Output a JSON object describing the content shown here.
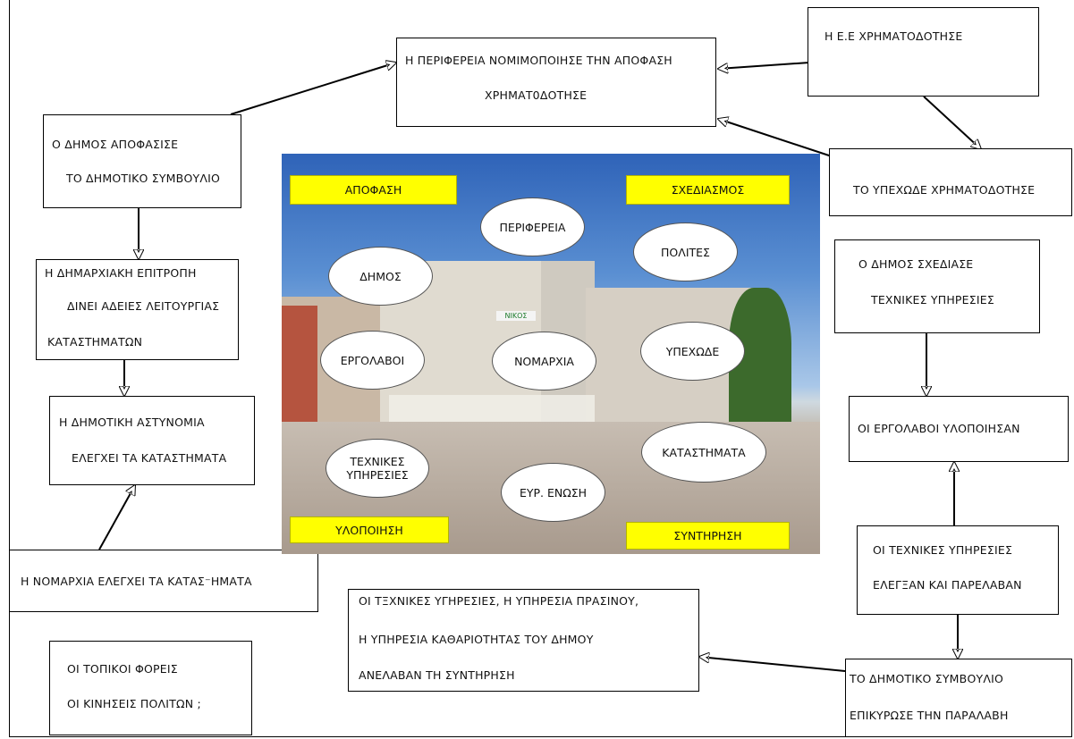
{
  "boxes": {
    "periphery_legalized": [
      "Η ΠΕΡΙΦΕΡΕΙΑ ΝΟΜΙΜΟΠΟΙΗΣΕ ΤΗΝ ΑΠΟΦΑΣΗ",
      "ΧΡΗΜΑΤ0ΔΟΤΗΣΕ"
    ],
    "eu_funded": [
      "Η Ε.Ε  ΧΡΗΜΑΤΟΔΟΤΗΣΕ"
    ],
    "ministry_funded": [
      "ΤΟ ΥΠΕΧΩΔΕ ΧΡΗΜΑΤΟΔΟΤΗΣΕ"
    ],
    "municipality_decided": [
      "Ο ΔΗΜΟΣ ΑΠΟΦΑΣΙΣΕ",
      "ΤΟ ΔΗΜΟΤΙΚΟ ΣΥΜΒΟΥΛΙΟ"
    ],
    "mayoral_committee": [
      "Η ΔΗΜΑΡΧΙΑΚΗ ΕΠΙΤΡΟΠΗ",
      "ΔΙΝΕΙ ΑΔΕΙΕΣ ΛΕΙΤΟΥΡΓΙΑΣ",
      "ΚΑΤΑΣΤΗΜΑΤΩΝ"
    ],
    "municipal_police": [
      "Η ΔΗΜΟΤΙΚΗ ΑΣΤΥΝΟΜΙΑ",
      "ΕΛΕΓΧΕΙ ΤΑ ΚΑΤΑΣΤΗΜΑΤΑ"
    ],
    "prefecture_checks": [
      "Η ΝΟΜΑΡΧΙΑ ΕΛΕΓΧΕΙ ΤΑ ΚΑΤΑΣ⁻ΗΜΑΤΑ"
    ],
    "local_bodies": [
      "ΟΙ ΤΟΠΙΚΟΙ ΦΟΡΕΙΣ",
      "ΟΙ ΚΙΝΗΣΕΙΣ ΠΟΛΙΤΩΝ ;"
    ],
    "municipality_designed": [
      "Ο ΔΗΜΟΣ ΣΧΕΔΙΑΣΕ",
      "ΤΕΧΝΙΚΕΣ ΥΠΗΡΕΣΙΕΣ"
    ],
    "contractors_implemented": [
      "ΟΙ ΕΡΓΟΛΑΒΟΙ ΥΛΟΠΟΙΗΣΑΝ"
    ],
    "technical_services_checked": [
      "ΟΙ ΤΕΧΝΙΚΕΣ ΥΠΗΡΕΣΙΕΣ",
      "ΕΛΕΓΞΑΝ ΚΑΙ ΠΑΡΕΛΑΒΑΝ"
    ],
    "council_ratified": [
      "ΤΟ ΔΗΜΟΤΙΚΟ ΣΥΜΒΟΥΛΙΟ",
      "ΕΠΙΚΥΡΩΣΕ ΤΗΝ ΠΑΡΑΛΑΒΗ"
    ],
    "maintenance": [
      "ΟΙ ΤΞΧΝΙΚΕΣ ΥΓΗΡΕΣΙΕΣ, Η ΥΠΗΡΕΣΙΑ ΠΡΑΣΙΝΟΥ,",
      "Η ΥΠΗΡΕΣΙΑ ΚΑΘΑΡΙΟΤΗΤΑΣ ΤΟΥ ΔΗΜΟΥ",
      "ΑΝΕΛΑΒΑΝ ΤΗ ΣΥΝΤΗΡΗΣΗ"
    ]
  },
  "phases": {
    "decision": "ΑΠΟΦΑΣΗ",
    "design": "ΣΧΕΔΙΑΣΜΟΣ",
    "implementation": "ΥΛΟΠΟΙΗΣΗ",
    "maintenance": "ΣΥΝΤΗΡΗΣΗ"
  },
  "actors": {
    "periphery": "ΠΕΡΙΦΕΡΕΙΑ",
    "municipality": "ΔΗΜΟΣ",
    "citizens": "ΠΟΛΙΤΕΣ",
    "contractors": "ΕΡΓΟΛΑΒΟΙ",
    "prefecture": "ΝΟΜΑΡΧΙΑ",
    "ministry": "ΥΠΕΧΩΔΕ",
    "technical_services": "ΤΕΧΝΙΚΕΣ ΥΠΗΡΕΣΙΕΣ",
    "shops": "ΚΑΤΑΣΤΗΜΑΤΑ",
    "eu": "ΕΥΡ. ΕΝΩΣΗ"
  },
  "photo_sign": "ΝΙΚΟΣ",
  "colors": {
    "phase_tag": "#ffff00",
    "line": "#000000"
  }
}
